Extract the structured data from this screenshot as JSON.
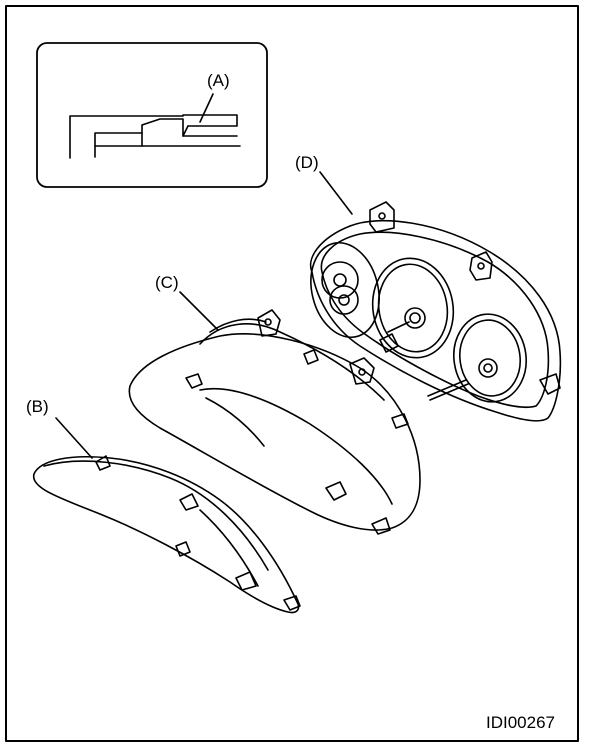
{
  "labels": {
    "a": "(A)",
    "b": "(B)",
    "c": "(C)",
    "d": "(D)"
  },
  "figure_code": "IDI00267"
}
